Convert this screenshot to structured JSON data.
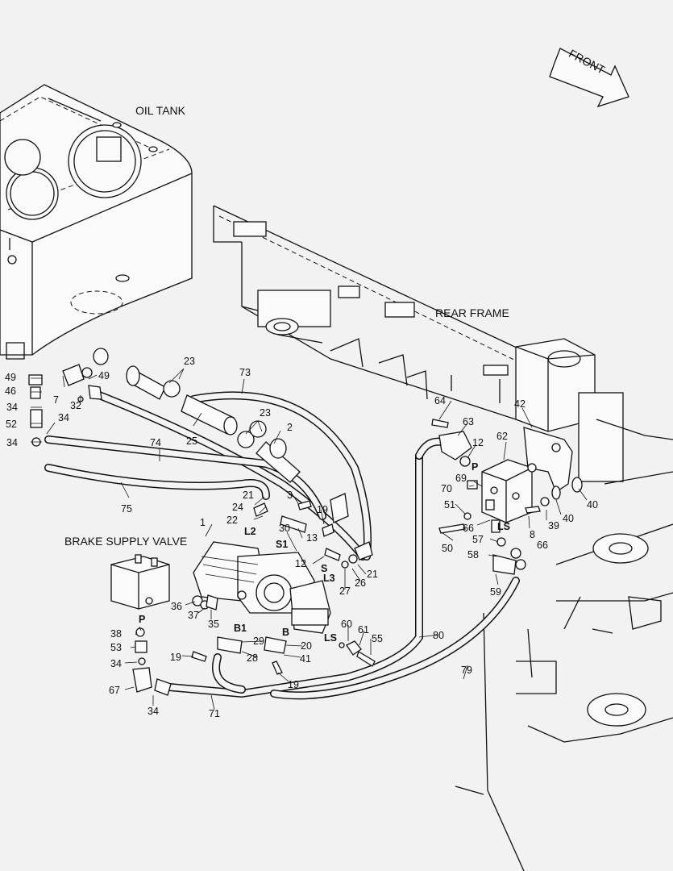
{
  "titles": {
    "oil_tank": "OIL TANK",
    "rear_frame": "REAR FRAME",
    "brake_supply_valve": "BRAKE SUPPLY VALVE",
    "front": "FRONT"
  },
  "callouts": [
    "1",
    "2",
    "3",
    "7",
    "8",
    "12",
    "12",
    "13",
    "19",
    "19",
    "19",
    "20",
    "21",
    "21",
    "22",
    "23",
    "23",
    "24",
    "25",
    "26",
    "27",
    "28",
    "29",
    "30",
    "32",
    "34",
    "34",
    "34",
    "34",
    "34",
    "35",
    "36",
    "37",
    "38",
    "39",
    "40",
    "40",
    "41",
    "42",
    "46",
    "49",
    "49",
    "50",
    "51",
    "52",
    "53",
    "55",
    "57",
    "58",
    "59",
    "60",
    "61",
    "62",
    "63",
    "64",
    "66",
    "66",
    "67",
    "69",
    "70",
    "71",
    "73",
    "74",
    "75",
    "79",
    "80"
  ],
  "ports": [
    "P",
    "P",
    "LS",
    "LS",
    "L2",
    "L3",
    "S1",
    "S",
    "B1",
    "B"
  ]
}
